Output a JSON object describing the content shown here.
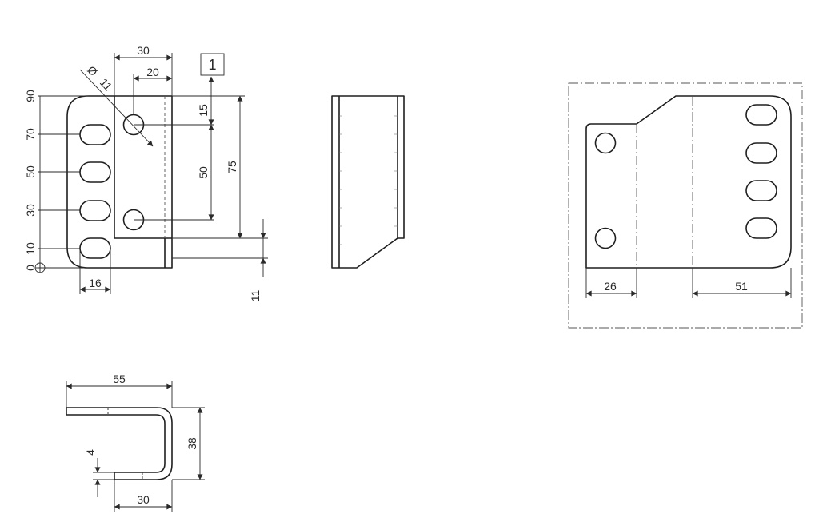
{
  "front_view": {
    "dims": {
      "width_30": "30",
      "hole_offset_20": "20",
      "hole_dia_sym": "Ø",
      "hole_dia": "11",
      "top_15": "15",
      "span_50": "50",
      "height_75": "75",
      "offset_11": "11",
      "slot_16": "16"
    },
    "ordinates": [
      "90",
      "70",
      "50",
      "30",
      "10",
      "0"
    ],
    "view_marker": "1"
  },
  "top_view": {
    "dims": {
      "length_55": "55",
      "height_38": "38",
      "thickness_4": "4",
      "return_30": "30"
    }
  },
  "flat_pattern": {
    "dims": {
      "left_26": "26",
      "right_51": "51"
    }
  }
}
